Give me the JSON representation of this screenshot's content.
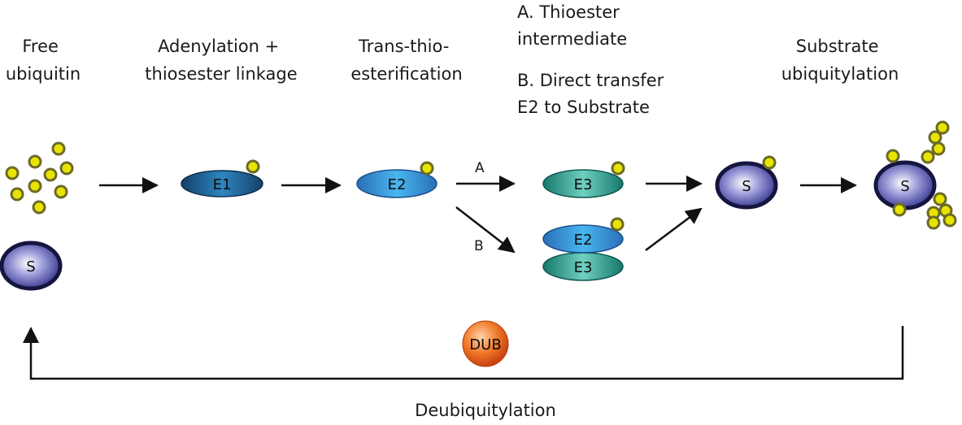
{
  "labels": {
    "free_ubiquitin": [
      "Free",
      "ubiquitin"
    ],
    "adenylation": [
      "Adenylation +",
      "thiosester linkage"
    ],
    "transthio": [
      "Trans-thio-",
      "esterification"
    ],
    "pathA": [
      "A. Thioester",
      "intermediate"
    ],
    "pathB": [
      "B. Direct transfer",
      "E2 to Substrate"
    ],
    "substrate_ub": [
      "Substrate",
      "ubiquitylation"
    ],
    "deubiquitylation": "Deubiquitylation"
  },
  "enzymes": {
    "e1": "E1",
    "e2": "E2",
    "e3": "E3",
    "substrate": "S",
    "dub": "DUB"
  },
  "arrows": {
    "a": "A",
    "b": "B"
  },
  "colors": {
    "ubiquitin_fill": "#e8e400",
    "ubiquitin_ring": "#6b6a2a",
    "e1_dark": "#17476e",
    "e1_light": "#2f8bc4",
    "e2_light": "#3aa3e0",
    "e3_teal": "#1f9a8a",
    "substrate": "#3f3f9e",
    "dub": "#e4501c"
  }
}
